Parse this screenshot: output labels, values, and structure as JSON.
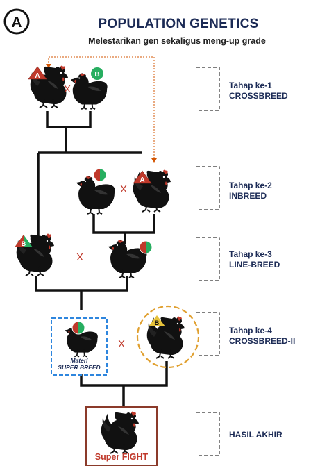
{
  "logo_letter": "A",
  "title": "POPULATION GENETICS",
  "subtitle": "Melestarikan gen sekaligus meng-up grade",
  "stages": [
    {
      "line1": "Tahap ke-1",
      "line2": "CROSSBREED"
    },
    {
      "line1": "Tahap ke-2",
      "line2": "INBREED"
    },
    {
      "line1": "Tahap ke-3",
      "line2": "LINE-BREED"
    },
    {
      "line1": "Tahap ke-4",
      "line2": "CROSSBREED-II"
    },
    {
      "line1": "HASIL AKHIR",
      "line2": ""
    }
  ],
  "cross_symbol": "X",
  "badges": {
    "a": "A",
    "b": "B"
  },
  "materi": {
    "line1": "Materi",
    "line2": "SUPER BREED"
  },
  "final_label": "Super FIGHT",
  "colors": {
    "text_navy": "#1b2a55",
    "badge_a_red": "#c0392b",
    "badge_b_green": "#27ae60",
    "cross_red": "#c0392b",
    "materi_box_blue": "#2e86de",
    "circle_orange": "#e0a030",
    "final_box": "#8b3a2a",
    "dashed_arrow": "#d35400"
  },
  "icons": [
    "logo-circle-a-icon",
    "rooster-icon",
    "hen-icon",
    "badge-a-triangle-icon",
    "badge-b-circle-icon",
    "mixed-gene-badge-icon"
  ]
}
